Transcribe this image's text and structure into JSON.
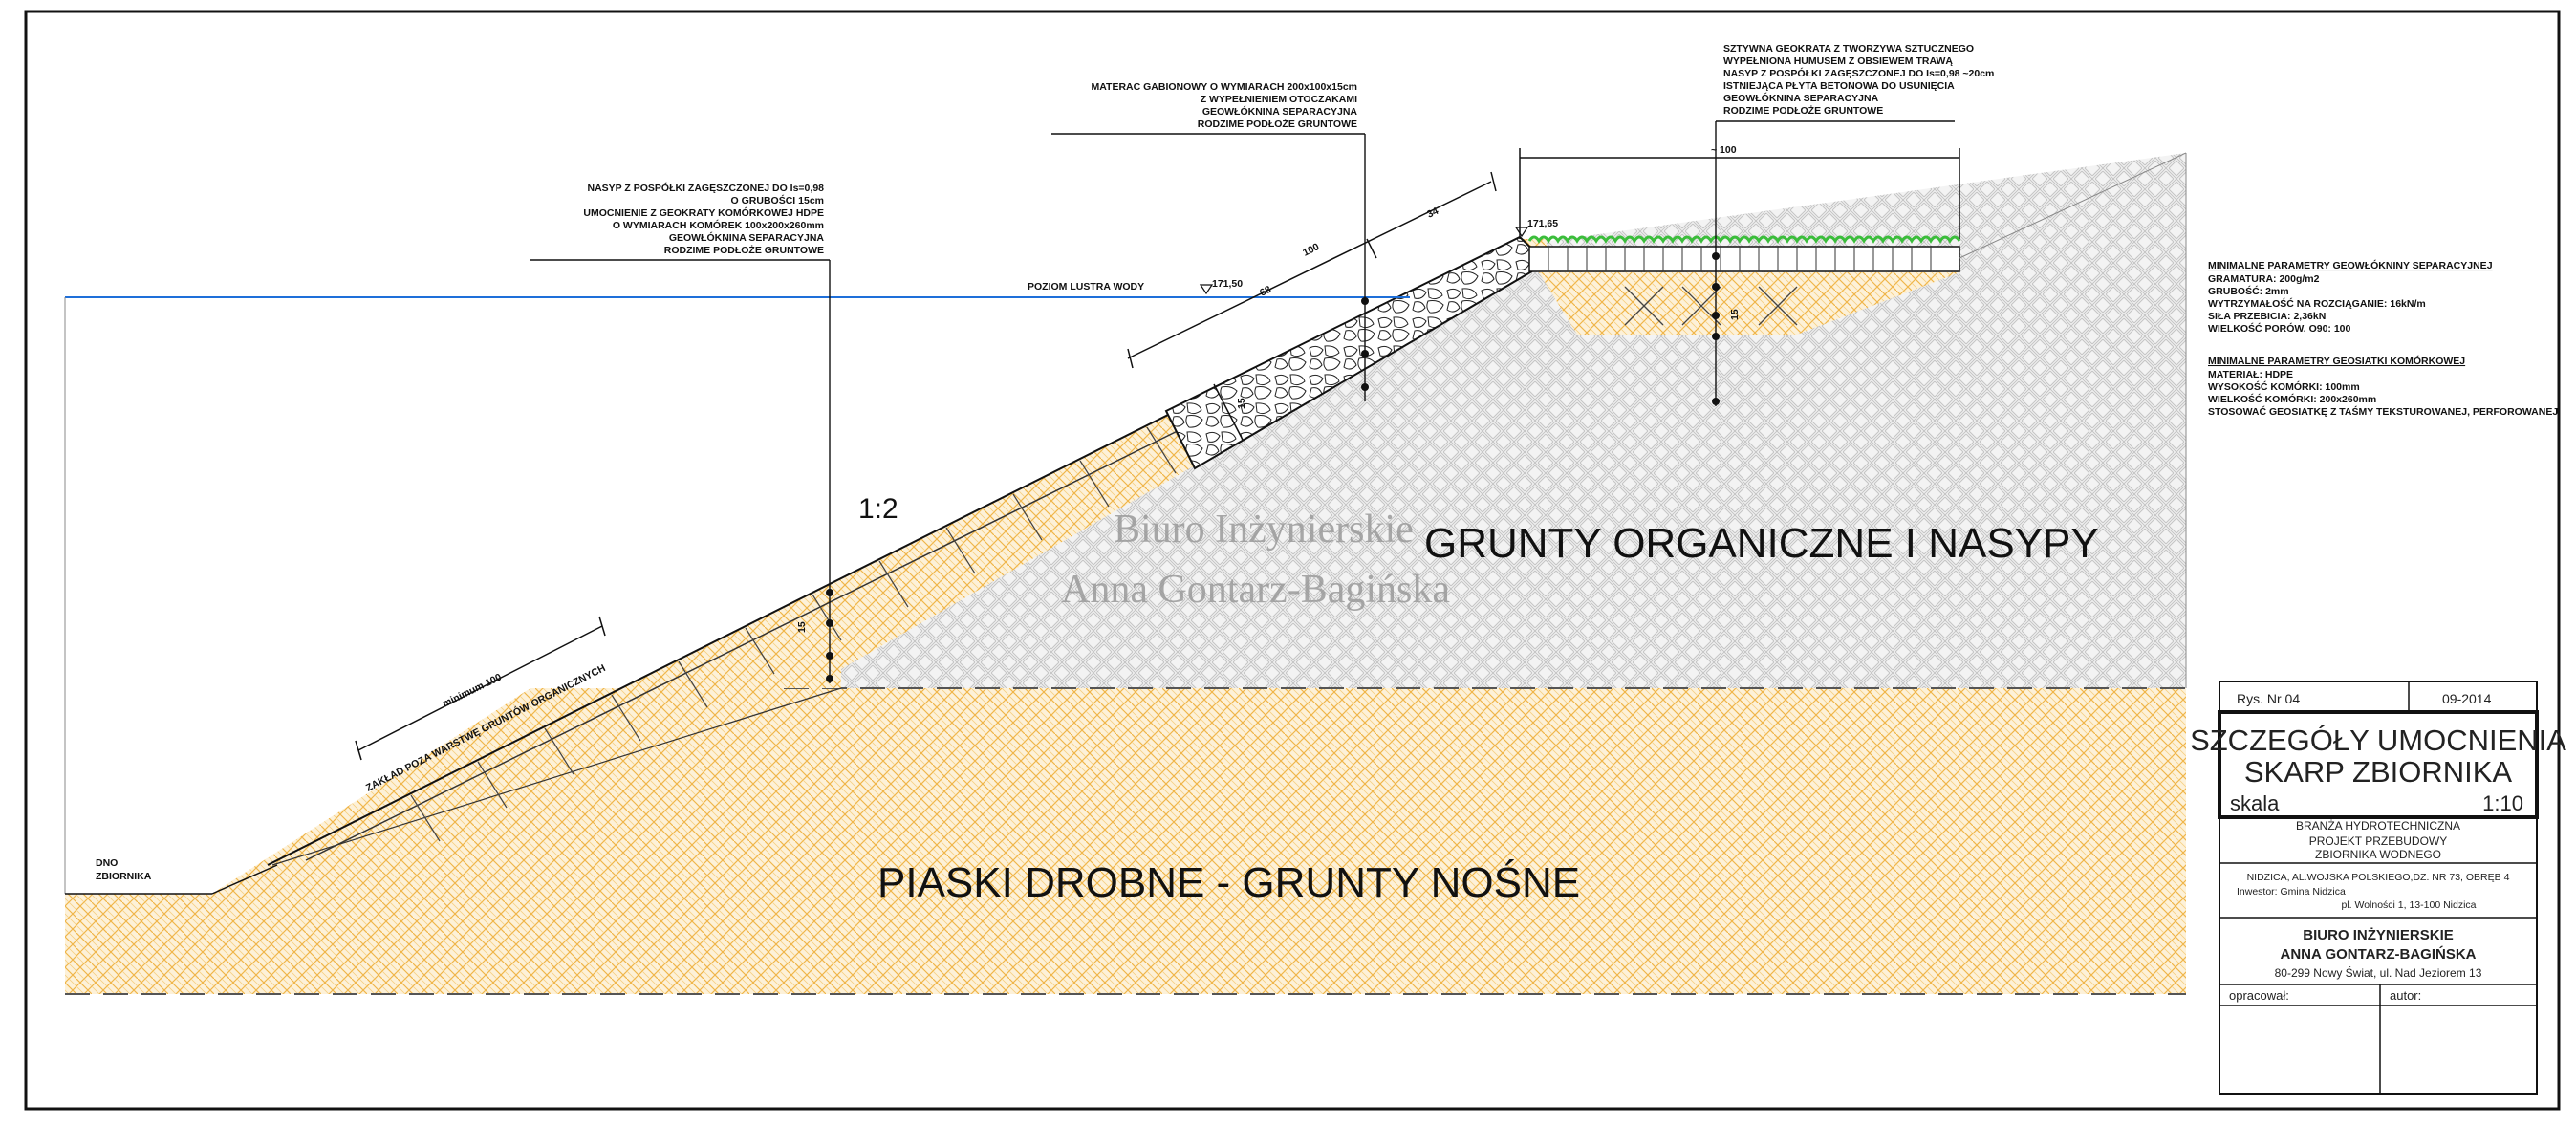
{
  "labels": {
    "water_level": "POZIOM LUSTRA WODY",
    "elev_water": "171,50",
    "elev_top": "171,65",
    "dno": [
      "DNO",
      "ZBIORNIKA"
    ],
    "slope": "1:2",
    "organic_soil": "GRUNTY ORGANICZNE I NASYPY",
    "sand_soil": "PIASKI DROBNE - GRUNTY NOŚNE",
    "overlap": "ZAKŁAD POZA WARSTWĘ GRUNTÓW ORGANICZNYCH",
    "min100": "minimum 100",
    "dim_100_slope": "100",
    "dim_68": "68",
    "dim_34": "34",
    "dim_100_top": "~ 100",
    "dim_15": "15",
    "dim_15b": "15",
    "dim_15c": "15"
  },
  "annotations": {
    "left_stack": [
      "NASYP Z POSPÓŁKI ZAGĘSZCZONEJ DO Is=0,98",
      "O GRUBOŚCI 15cm",
      "UMOCNIENIE Z GEOKRATY KOMÓRKOWEJ HDPE",
      "O WYMIARACH KOMÓREK 100x200x260mm",
      "GEOWŁÓKNINA SEPARACYJNA",
      "RODZIME PODŁOŻE GRUNTOWE"
    ],
    "middle_stack": [
      "MATERAC GABIONOWY O WYMIARACH 200x100x15cm",
      "Z WYPEŁNIENIEM OTOCZAKAMI",
      "GEOWŁÓKNINA SEPARACYJNA",
      "RODZIME PODŁOŻE GRUNTOWE"
    ],
    "top_stack": [
      "SZTYWNA GEOKRATA Z TWORZYWA SZTUCZNEGO",
      "WYPEŁNIONA HUMUSEM Z OBSIEWEM TRAWĄ",
      "NASYP Z POSPÓŁKI ZAGĘSZCZONEJ DO Is=0,98  ~20cm",
      "ISTNIEJĄCA PŁYTA BETONOWA DO USUNIĘCIA",
      "GEOWŁÓKNINA SEPARACYJNA",
      "RODZIME PODŁOŻE GRUNTOWE"
    ]
  },
  "params": {
    "geotextile_title": "MINIMALNE PARAMETRY GEOWŁÓKNINY SEPARACYJNEJ",
    "geotextile": [
      "GRAMATURA: 200g/m2",
      "GRUBOŚĆ: 2mm",
      "WYTRZYMAŁOŚĆ NA ROZCIĄGANIE: 16kN/m",
      "SIŁA PRZEBICIA: 2,36kN",
      "WIELKOŚĆ PORÓW. O90: 100"
    ],
    "geogrid_title": "MINIMALNE PARAMETRY GEOSIATKI KOMÓRKOWEJ",
    "geogrid": [
      "MATERIAŁ: HDPE",
      "WYSOKOŚĆ KOMÓRKI: 100mm",
      "WIELKOŚĆ KOMÓRKI: 200x260mm",
      "STOSOWAĆ GEOSIATKĘ Z TAŚMY TEKSTUROWANEJ, PERFOROWANEJ"
    ]
  },
  "watermark": [
    "Biuro Inżynierskie",
    "Anna Gontarz-Bagińska"
  ],
  "title_block": {
    "rys": "Rys. Nr 04",
    "date": "09-2014",
    "title1": "SZCZEGÓŁY UMOCNIENIA",
    "title2": "SKARP ZBIORNIKA",
    "scale_label": "skala",
    "scale_value": "1:10",
    "branch": "BRANŻA HYDROTECHNICZNA",
    "project1": "PROJEKT PRZEBUDOWY",
    "project2": "ZBIORNIKA WODNEGO",
    "location": "NIDZICA, AL.WOJSKA POLSKIEGO,DZ. NR 73, OBRĘB 4",
    "investor1": "Inwestor: Gmina Nidzica",
    "investor2": "pl. Wolności 1, 13-100 Nidzica",
    "office1": "BIURO INŻYNIERSKIE",
    "office2": "ANNA GONTARZ-BAGIŃSKA",
    "address": "80-299 Nowy Świat, ul. Nad Jeziorem 13",
    "prepared": "opracował:",
    "author": "autor:"
  },
  "colors": {
    "sand": "#f2b84e",
    "sand_bg": "#fdf1d8",
    "organic_hatch": "#c9c9c9",
    "water": "#1e6fd9",
    "grass": "#3bbd3b",
    "line": "#111111"
  }
}
